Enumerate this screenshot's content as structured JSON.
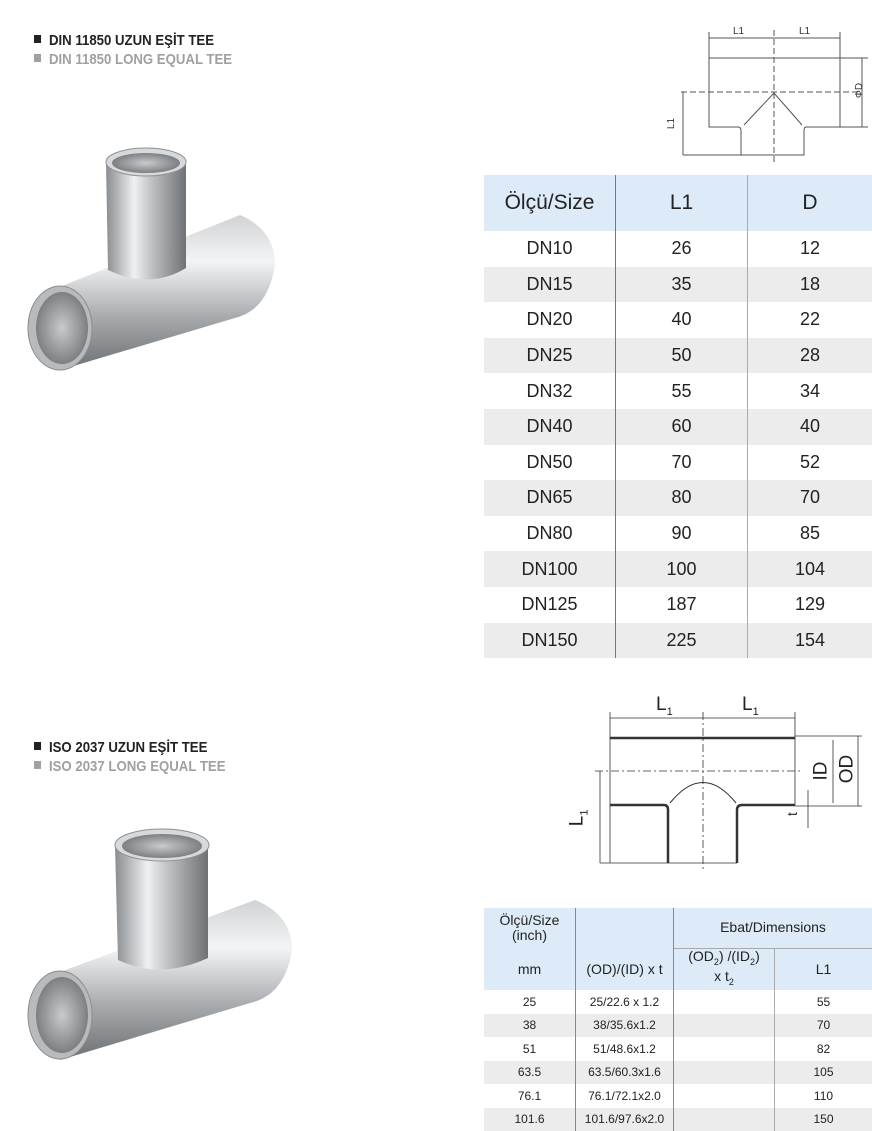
{
  "section1": {
    "title_tr": "DIN 11850 UZUN EŞİT TEE",
    "title_en": "DIN 11850 LONG EQUAL  TEE",
    "diagram_labels": {
      "l1_left": "L1",
      "l1_right": "L1",
      "l1_vertical": "L1",
      "diameter": "ΦD"
    },
    "table": {
      "headers": [
        "Ölçü/Size",
        "L1",
        "D"
      ],
      "rows": [
        [
          "DN10",
          "26",
          "12"
        ],
        [
          "DN15",
          "35",
          "18"
        ],
        [
          "DN20",
          "40",
          "22"
        ],
        [
          "DN25",
          "50",
          "28"
        ],
        [
          "DN32",
          "55",
          "34"
        ],
        [
          "DN40",
          "60",
          "40"
        ],
        [
          "DN50",
          "70",
          "52"
        ],
        [
          "DN65",
          "80",
          "70"
        ],
        [
          "DN80",
          "90",
          "85"
        ],
        [
          "DN100",
          "100",
          "104"
        ],
        [
          "DN125",
          "187",
          "129"
        ],
        [
          "DN150",
          "225",
          "154"
        ]
      ]
    }
  },
  "section2": {
    "title_tr": "ISO 2037 UZUN EŞİT TEE",
    "title_en": "ISO 2037 LONG EQUAL TEE",
    "diagram_labels": {
      "l1": "L",
      "sub": "1",
      "id": "ID",
      "od": "OD",
      "t": "t"
    },
    "table": {
      "size_header": "Ölçü/Size (inch)",
      "dimensions_header": "Ebat/Dimensions",
      "sub_headers": {
        "mm": "mm",
        "odid": "(OD)/(ID) x t",
        "od2": "(OD",
        "od2b": ") /(ID",
        "od2c": ")",
        "xt": "x t",
        "two": "2",
        "l1": "L1"
      },
      "rows": [
        [
          "25",
          "25/22.6 x 1.2",
          "",
          "55"
        ],
        [
          "38",
          "38/35.6x1.2",
          "",
          "70"
        ],
        [
          "51",
          "51/48.6x1.2",
          "",
          "82"
        ],
        [
          "63.5",
          "63.5/60.3x1.6",
          "",
          "105"
        ],
        [
          "76.1",
          "76.1/72.1x2.0",
          "",
          "110"
        ],
        [
          "101.6",
          "101.6/97.6x2.0",
          "",
          "150"
        ]
      ]
    }
  }
}
